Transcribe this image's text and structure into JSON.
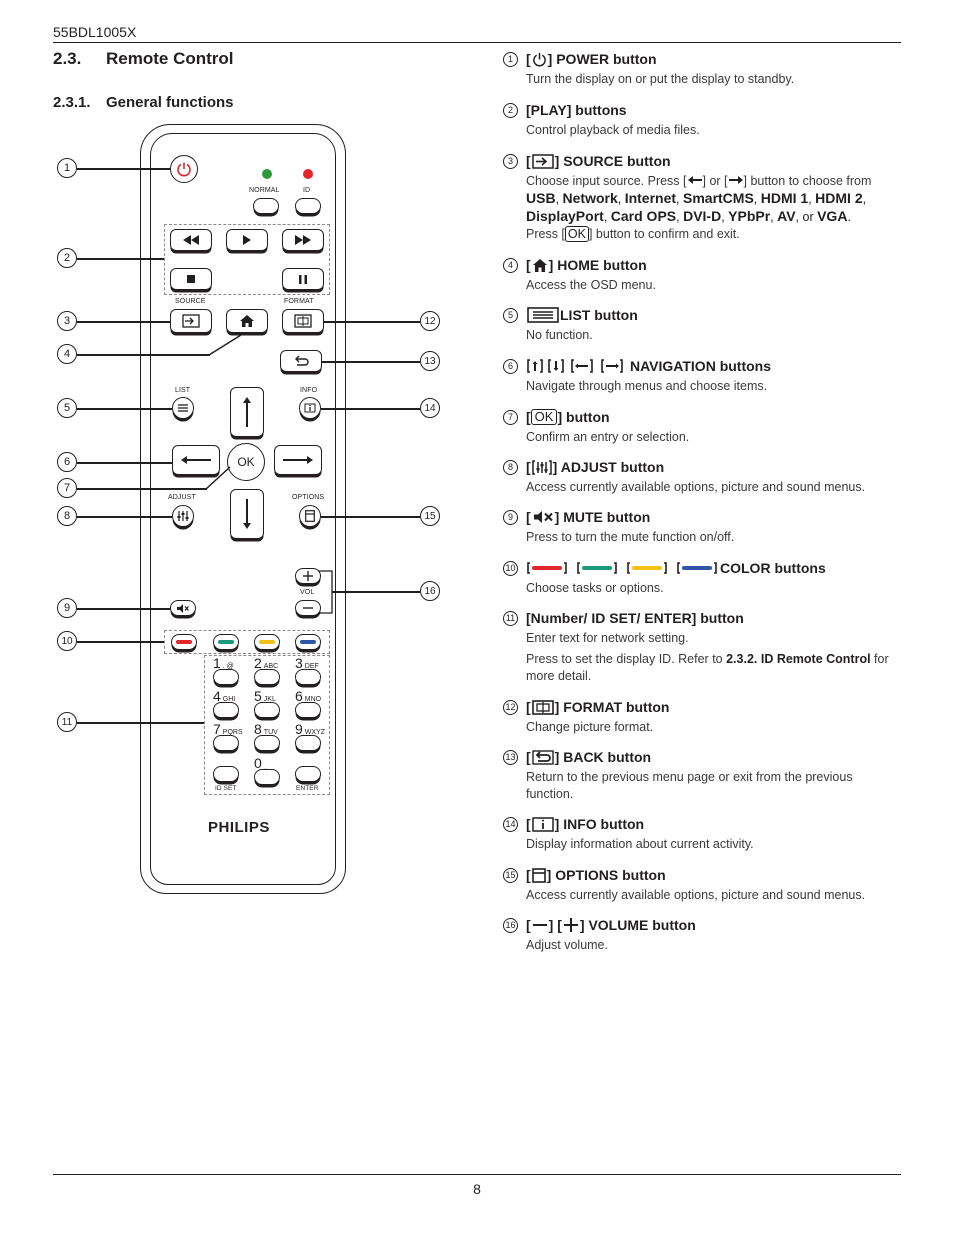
{
  "header": {
    "model": "55BDL1005X"
  },
  "section": {
    "number": "2.3.",
    "title": "Remote Control"
  },
  "subsection": {
    "number": "2.3.1.",
    "title": "General functions"
  },
  "footer": {
    "page": "8"
  },
  "remote": {
    "labels": {
      "normal": "NORMAL",
      "id": "ID",
      "source": "SOURCE",
      "format": "FORMAT",
      "list": "LIST",
      "info": "INFO",
      "ok": "OK",
      "adjust": "ADJUST",
      "options": "OPTIONS",
      "vol": "VOL",
      "idset": "ID SET",
      "enter": "ENTER",
      "brand": "PHILIPS"
    },
    "keypad": [
      {
        "digit": "1",
        "letters": ". @"
      },
      {
        "digit": "2",
        "letters": "ABC"
      },
      {
        "digit": "3",
        "letters": "DEF"
      },
      {
        "digit": "4",
        "letters": "GHI"
      },
      {
        "digit": "5",
        "letters": "JKL"
      },
      {
        "digit": "6",
        "letters": "MNO"
      },
      {
        "digit": "7",
        "letters": "PQRS"
      },
      {
        "digit": "8",
        "letters": "TUV"
      },
      {
        "digit": "9",
        "letters": "WXYZ"
      },
      {
        "digit": "0",
        "letters": "⎵"
      }
    ],
    "led_colors": {
      "normal": "#2f9a3c",
      "id": "#e3262b"
    },
    "color_keys": [
      "#e3262b",
      "#1a9a7a",
      "#f1c318",
      "#2f55a4"
    ],
    "callouts": [
      "1",
      "2",
      "3",
      "4",
      "5",
      "6",
      "7",
      "8",
      "9",
      "10",
      "11",
      "12",
      "13",
      "14",
      "15",
      "16"
    ]
  },
  "items": [
    {
      "num": "1",
      "icon": "power-icon",
      "pre": "[",
      "post": "] POWER button",
      "desc": "Turn the display on or put the display to standby."
    },
    {
      "num": "2",
      "icon": "",
      "pre": "[PLAY] buttons",
      "post": "",
      "desc": "Control playback of media files."
    },
    {
      "num": "3",
      "icon": "source-icon",
      "pre": "[",
      "post": "] SOURCE button",
      "desc_parts": [
        "Choose input source. Press [",
        "] or [",
        "] button to choose from"
      ],
      "sources": [
        "USB",
        "Network",
        "Internet",
        "SmartCMS",
        "HDMI 1",
        "HDMI 2",
        "DisplayPort",
        "Card OPS",
        "DVI-D",
        "YPbPr",
        "AV",
        "VGA"
      ],
      "desc2_pre": "Press [",
      "desc2_ok": "OK",
      "desc2_post": "] button to confirm and exit."
    },
    {
      "num": "4",
      "icon": "home-icon",
      "pre": "[",
      "post": "] HOME button",
      "desc": "Access the OSD menu."
    },
    {
      "num": "5",
      "icon": "list-icon",
      "pre": "",
      "post": " LIST button",
      "desc": "No function."
    },
    {
      "num": "6",
      "icon": "nav-icons",
      "pre": "",
      "post": " NAVIGATION buttons",
      "desc": "Navigate through menus and choose items."
    },
    {
      "num": "7",
      "icon": "ok-icon",
      "pre": "[",
      "ok": "OK",
      "post": "] button",
      "desc": "Confirm an entry or selection."
    },
    {
      "num": "8",
      "icon": "adjust-icon",
      "pre": "[",
      "post": "] ADJUST button",
      "desc": "Access currently available options, picture and sound menus."
    },
    {
      "num": "9",
      "icon": "mute-icon",
      "pre": "[",
      "post": "] MUTE button",
      "desc": "Press to turn the mute function on/off."
    },
    {
      "num": "10",
      "icon": "color-icons",
      "pre": "",
      "post": " COLOR buttons",
      "desc": "Choose tasks or options."
    },
    {
      "num": "11",
      "icon": "",
      "pre": "[Number/ ID SET/ ENTER] button",
      "post": "",
      "desc": "Enter text for network setting.",
      "desc2_pre": "Press to set the display ID. Refer to ",
      "desc2_bold": "2.3.2. ID Remote Control",
      "desc2_post": " for more detail."
    },
    {
      "num": "12",
      "icon": "format-icon",
      "pre": "[",
      "post": "] FORMAT button",
      "desc": "Change picture format."
    },
    {
      "num": "13",
      "icon": "back-icon",
      "pre": "[",
      "post": "] BACK button",
      "desc": "Return to the previous menu page or exit from the previous function."
    },
    {
      "num": "14",
      "icon": "info-icon",
      "pre": "[",
      "post": "] INFO button",
      "desc": "Display information about current activity."
    },
    {
      "num": "15",
      "icon": "options-icon",
      "pre": "[",
      "post": "] OPTIONS button",
      "desc": "Access currently available options, picture and sound menus."
    },
    {
      "num": "16",
      "icon": "volume-icons",
      "pre": "[",
      "mid": "] [",
      "post": "] VOLUME button",
      "desc": "Adjust volume."
    }
  ]
}
